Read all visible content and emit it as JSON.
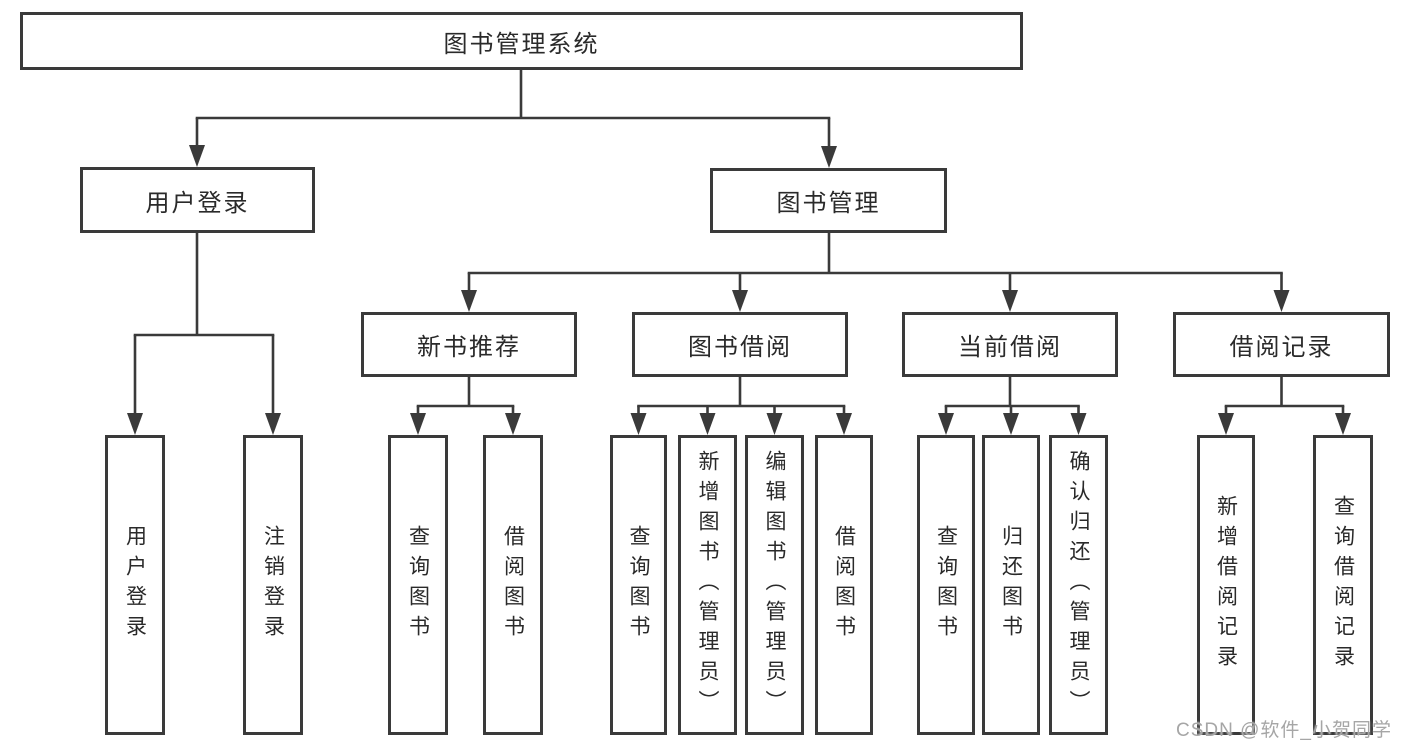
{
  "diagram": {
    "root": "图书管理系统",
    "level2": {
      "user_login": "用户登录",
      "book_mgmt": "图书管理"
    },
    "level3": {
      "new_books": "新书推荐",
      "book_borrow": "图书借阅",
      "current_borrow": "当前借阅",
      "borrow_records": "借阅记录"
    },
    "leaves": {
      "user_login": "用户登录",
      "logout": "注销登录",
      "nb_query": "查询图书",
      "nb_borrow": "借阅图书",
      "bb_query": "查询图书",
      "bb_add": "新增图书（管理员）",
      "bb_edit": "编辑图书（管理员）",
      "bb_borrow": "借阅图书",
      "cb_query": "查询图书",
      "cb_return": "归还图书",
      "cb_confirm": "确认归还（管理员）",
      "br_add": "新增借阅记录",
      "br_query": "查询借阅记录"
    }
  },
  "watermark": "CSDN @软件_小贺同学",
  "colors": {
    "line": "#3a3a3a",
    "text": "#2a2a2a",
    "watermark": "#a6a6a6",
    "background": "#ffffff"
  }
}
